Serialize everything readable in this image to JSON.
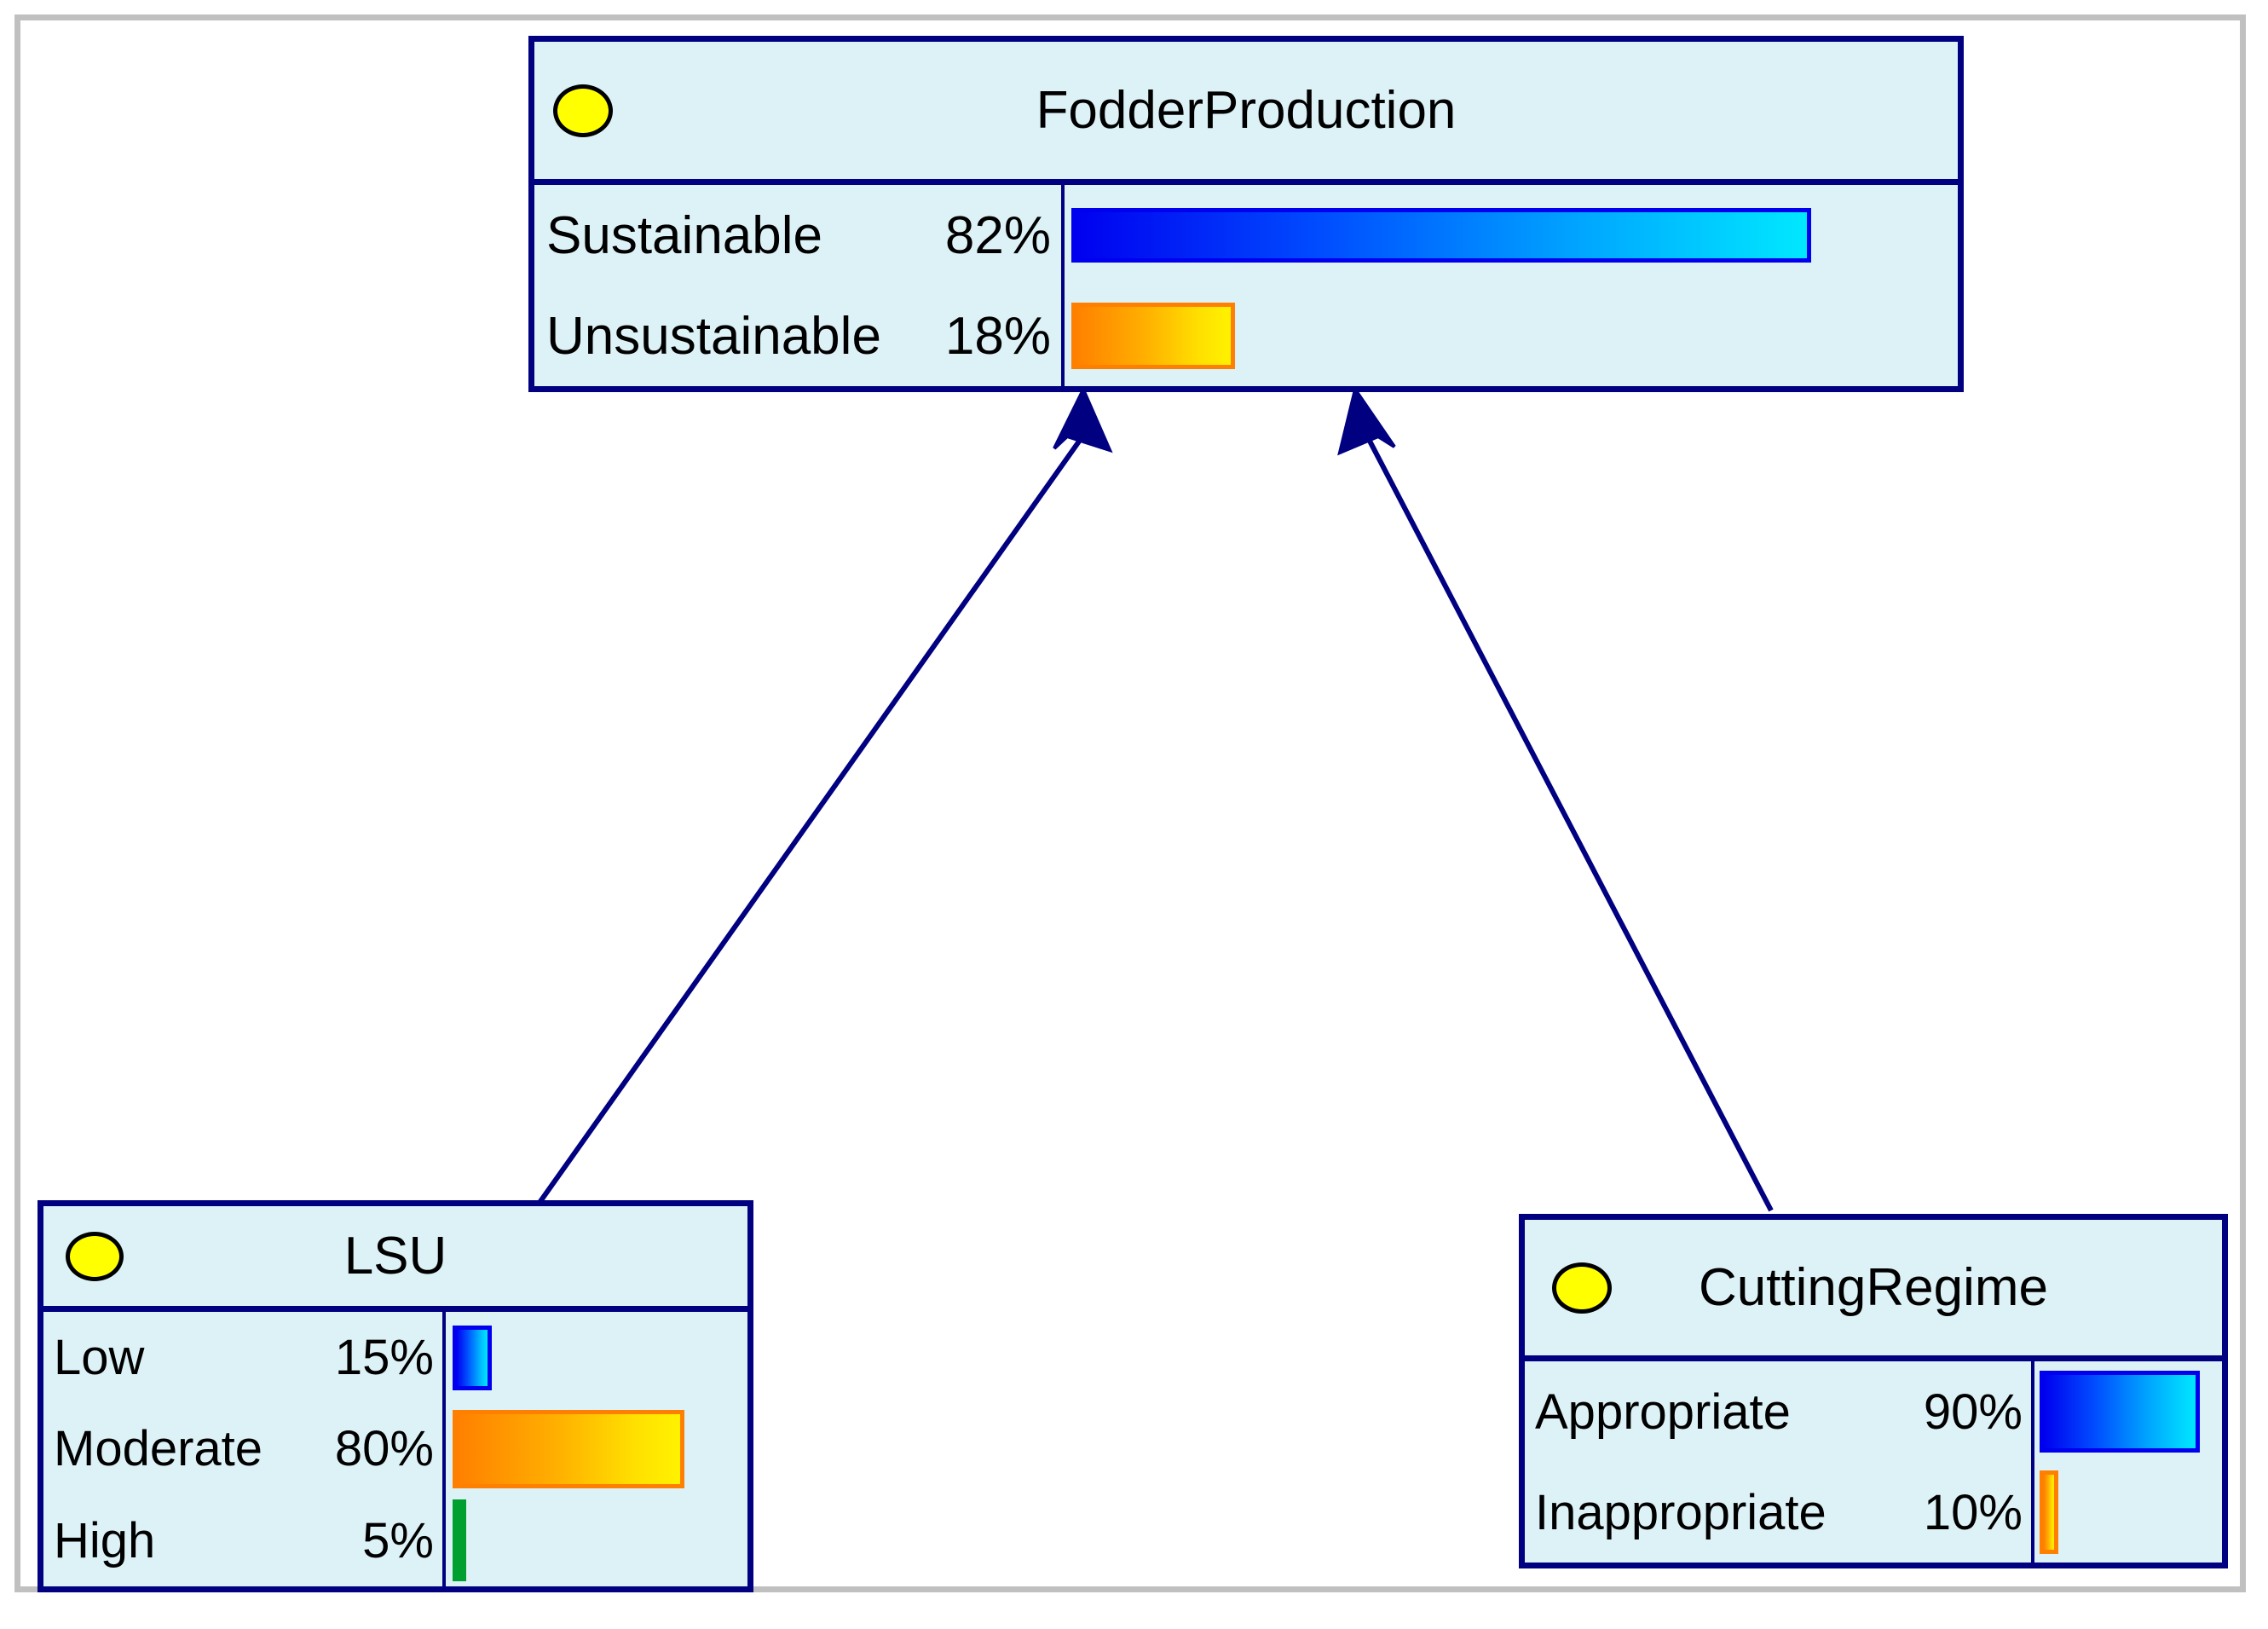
{
  "canvas": {
    "background_color": "#ffffff",
    "frame_color": "#c0c0c0",
    "node_border_color": "#000080",
    "node_fill_color": "#ddf2f7",
    "ellipse_color": "#ffff00",
    "edge_color": "#000080"
  },
  "diagram": {
    "type": "bayesian-network",
    "nodes": [
      {
        "id": "fodder-production",
        "title": "FodderProduction",
        "icon": "yellow-ellipse-icon",
        "states": [
          {
            "name": "Sustainable",
            "percent": "82%",
            "value": 82,
            "bar_style": "blue"
          },
          {
            "name": "Unsustainable",
            "percent": "18%",
            "value": 18,
            "bar_style": "orange"
          }
        ]
      },
      {
        "id": "lsu",
        "title": "LSU",
        "icon": "yellow-ellipse-icon",
        "states": [
          {
            "name": "Low",
            "percent": "15%",
            "value": 15,
            "bar_style": "blue"
          },
          {
            "name": "Moderate",
            "percent": "80%",
            "value": 80,
            "bar_style": "orange"
          },
          {
            "name": "High",
            "percent": "5%",
            "value": 5,
            "bar_style": "green"
          }
        ]
      },
      {
        "id": "cutting-regime",
        "title": "CuttingRegime",
        "icon": "yellow-ellipse-icon",
        "states": [
          {
            "name": "Appropriate",
            "percent": "90%",
            "value": 90,
            "bar_style": "blue"
          },
          {
            "name": "Inappropriate",
            "percent": "10%",
            "value": 10,
            "bar_style": "orange"
          }
        ]
      }
    ],
    "edges": [
      {
        "from": "lsu",
        "to": "fodder-production",
        "arrow": "up-arrow-icon"
      },
      {
        "from": "cutting-regime",
        "to": "fodder-production",
        "arrow": "up-arrow-icon"
      }
    ]
  }
}
